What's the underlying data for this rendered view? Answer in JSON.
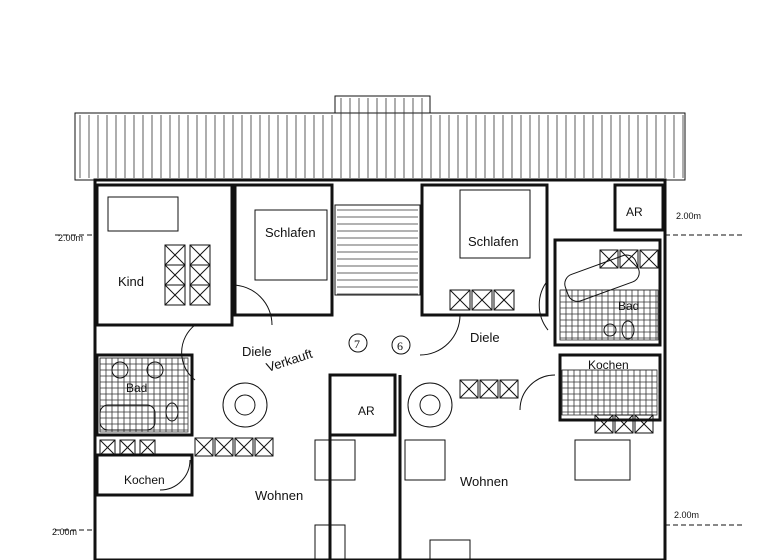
{
  "plan": {
    "rooms": {
      "kind": "Kind",
      "schlafen_left": "Schlafen",
      "schlafen_right": "Schlafen",
      "diele_left": "Diele",
      "diele_right": "Diele",
      "bad_left": "Bad",
      "bad_right": "Bad",
      "kochen_left": "Kochen",
      "kochen_right": "Kochen",
      "wohnen_left": "Wohnen",
      "wohnen_right": "Wohnen",
      "ar_top_right": "AR",
      "ar_center": "AR"
    },
    "annotations": {
      "verkauft": "Verkauft",
      "unit_7": "7",
      "unit_6": "6"
    },
    "dimensions": {
      "level_left_upper": "2.00m",
      "level_right_upper": "2.00m",
      "level_left_lower": "2.00m",
      "level_right_lower": "2.00m"
    }
  }
}
